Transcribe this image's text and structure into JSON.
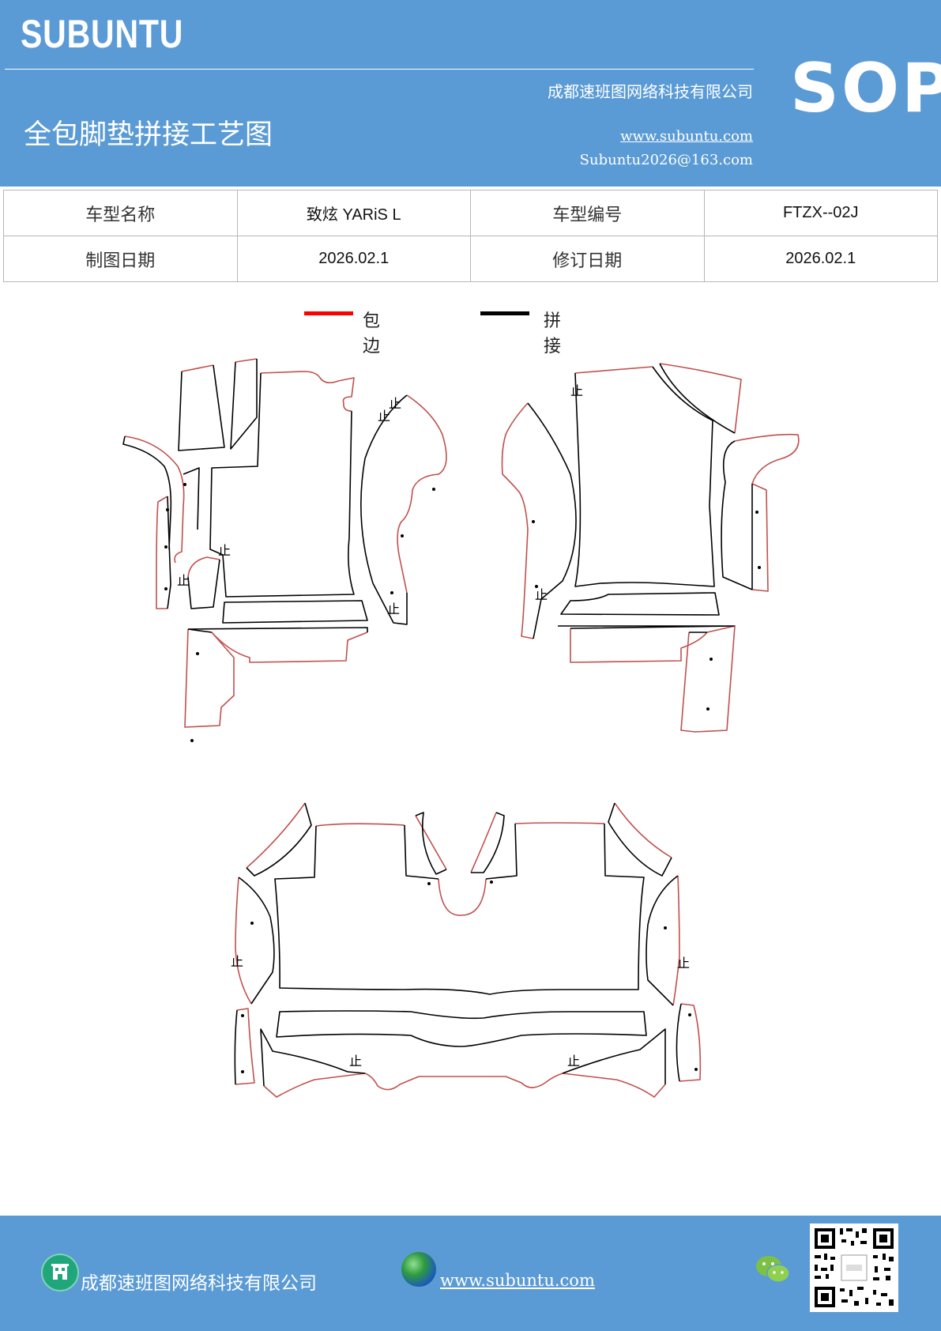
{
  "header": {
    "logo": "SUBUNTU",
    "badge": "SOP",
    "company": "成都速班图网络科技有限公司",
    "title": "全包脚垫拼接工艺图",
    "website": "www.subuntu.com",
    "email": "Subuntu2026@163.com"
  },
  "info_table": {
    "model_name_label": "车型名称",
    "model_name_value": "致炫 YARiS L",
    "model_code_label": "车型编号",
    "model_code_value": "FTZX--02J",
    "draw_date_label": "制图日期",
    "draw_date_value": "2026.02.1",
    "revise_date_label": "修订日期",
    "revise_date_value": "2026.02.1"
  },
  "legend": {
    "items": [
      {
        "label": "包边",
        "color": "#ff0000"
      },
      {
        "label": "拼接",
        "color": "#000000"
      }
    ]
  },
  "diagram": {
    "stop_mark": "止",
    "edge_color": "#c0504d",
    "seam_color": "#000000"
  },
  "footer": {
    "company": "成都速班图网络科技有限公司",
    "website": "www.subuntu.com",
    "icons": [
      "building-icon",
      "globe-icon",
      "wechat-icon",
      "qr-code"
    ]
  },
  "colors": {
    "header_bg": "#5b9bd5",
    "footer_bg": "#5b9bd5"
  }
}
